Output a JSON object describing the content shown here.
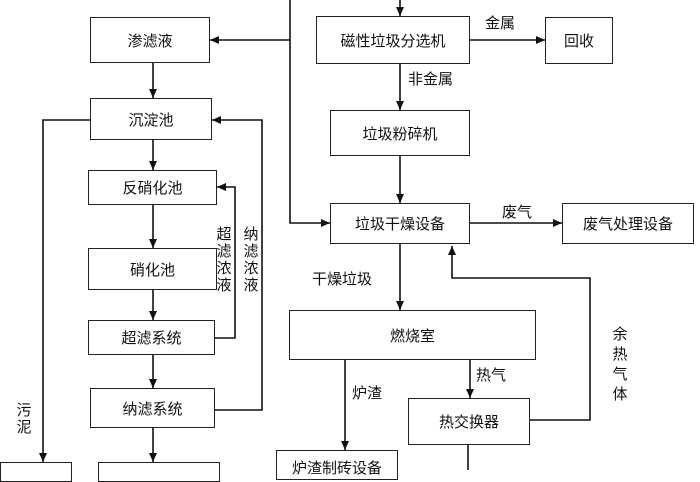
{
  "boxes": {
    "leachate": "渗滤液",
    "sedimentation_tank": "沉淀池",
    "denitrification_tank": "反硝化池",
    "nitrification_tank": "硝化池",
    "ultrafiltration_system": "超滤系统",
    "nanofiltration_system": "纳滤系统",
    "magnetic_sorter": "磁性垃圾分选机",
    "recycling": "回收",
    "crusher": "垃圾粉碎机",
    "dryer": "垃圾干燥设备",
    "exhaust_treatment": "废气处理设备",
    "combustion_chamber": "燃烧室",
    "heat_exchanger": "热交换器",
    "slag_brick_equipment": "炉渣制砖设备"
  },
  "labels": {
    "metal": "金属",
    "non_metal": "非金属",
    "exhaust_gas": "废气",
    "dried_waste": "干燥垃圾",
    "hot_gas": "热气",
    "slag": "炉渣",
    "sludge": "污泥",
    "uf_concentrate": "超滤浓液",
    "nf_concentrate": "纳滤浓液",
    "waste_heat_gas": "余热气体"
  }
}
